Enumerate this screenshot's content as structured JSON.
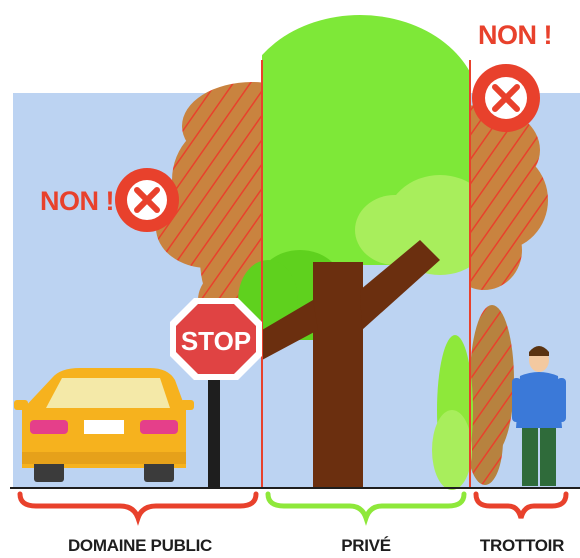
{
  "labels": {
    "non_left": "NON !",
    "non_right": "NON !",
    "sign_text": "STOP",
    "zone_public": "DOMAINE PUBLIC",
    "zone_private": "PRIVÉ",
    "zone_sidewalk": "TROTTOIR"
  },
  "colors": {
    "sky": "#bcd3f2",
    "canopy_private": "#7ee838",
    "canopy_overhang": "#c9833f",
    "hatch": "#e8412c",
    "trunk": "#6b2f0f",
    "car": "#f6b21e",
    "sign": "#e04343",
    "bracket_public": "#e8412c",
    "bracket_private": "#8ee83a",
    "bracket_sidewalk": "#e8412c",
    "no_badge": "#e8412c"
  },
  "icons": {
    "no_badge": "close-icon"
  }
}
